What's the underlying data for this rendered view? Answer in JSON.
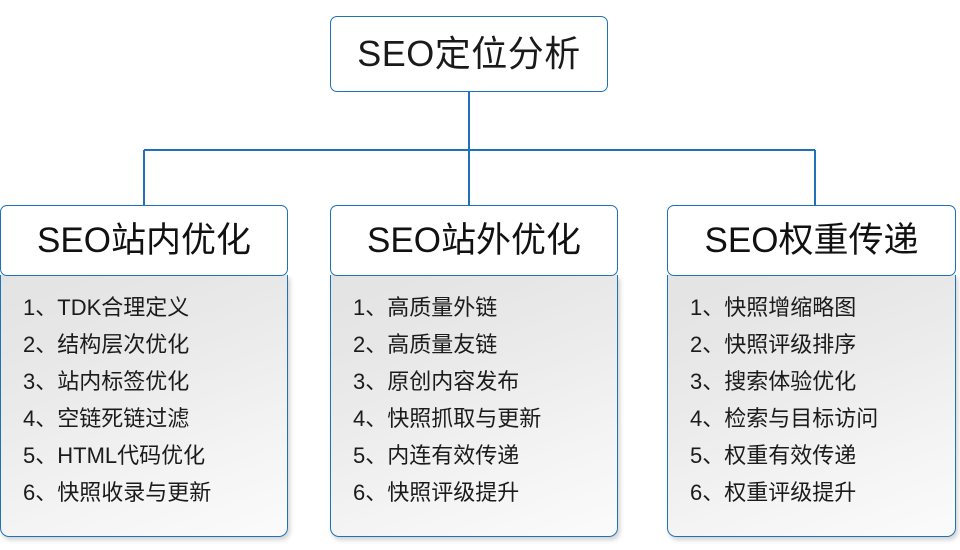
{
  "diagram": {
    "root": {
      "label": "SEO定位分析"
    },
    "accent_color": "#1f72ba",
    "text_color": "#1a1a1a",
    "body_shadow_color": "#b8b8b8",
    "columns": [
      {
        "header": "SEO站内优化",
        "items": [
          {
            "num": "1、",
            "text": "TDK合理定义"
          },
          {
            "num": "2、",
            "text": "结构层次优化"
          },
          {
            "num": "3、",
            "text": "站内标签优化"
          },
          {
            "num": "4、",
            "text": "空链死链过滤"
          },
          {
            "num": "5、",
            "text": "HTML代码优化"
          },
          {
            "num": "6、",
            "text": "快照收录与更新"
          }
        ]
      },
      {
        "header": "SEO站外优化",
        "items": [
          {
            "num": "1、",
            "text": "高质量外链"
          },
          {
            "num": "2、",
            "text": "高质量友链"
          },
          {
            "num": "3、",
            "text": "原创内容发布"
          },
          {
            "num": "4、",
            "text": "快照抓取与更新"
          },
          {
            "num": "5、",
            "text": "内连有效传递"
          },
          {
            "num": "6、",
            "text": "快照评级提升"
          }
        ]
      },
      {
        "header": "SEO权重传递",
        "items": [
          {
            "num": "1、",
            "text": "快照增缩略图"
          },
          {
            "num": "2、",
            "text": "快照评级排序"
          },
          {
            "num": "3、",
            "text": "搜索体验优化"
          },
          {
            "num": "4、",
            "text": "检索与目标访问"
          },
          {
            "num": "5、",
            "text": "权重有效传递"
          },
          {
            "num": "6、",
            "text": "权重评级提升"
          }
        ]
      }
    ]
  }
}
